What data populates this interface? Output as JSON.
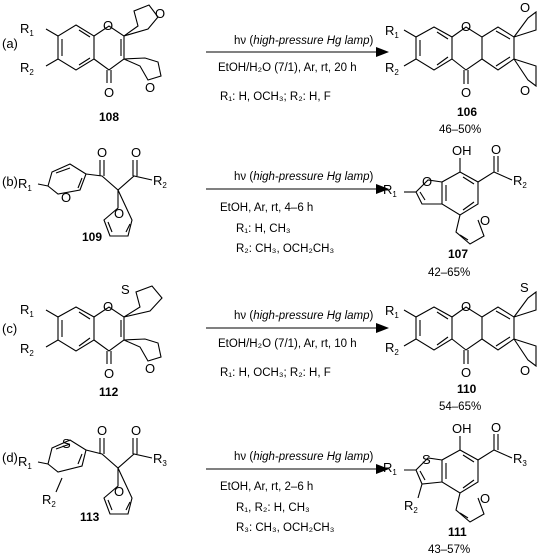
{
  "reactions": [
    {
      "tag": "(a)",
      "reactant": {
        "number": "108",
        "substituents": [
          {
            "base": "R",
            "sub": "1"
          },
          {
            "base": "R",
            "sub": "2"
          }
        ],
        "heteroatoms": [
          "O",
          "O",
          "O",
          "O"
        ]
      },
      "conditions": {
        "hv": "hν",
        "lamp": "high-pressure Hg lamp",
        "line1": "EtOH/H₂O (7/1), Ar, rt, 20 h",
        "line2": "R₁: H, OCH₃; R₂: H, F"
      },
      "product": {
        "number": "106",
        "yield": "46–50%",
        "substituents": [
          {
            "base": "R",
            "sub": "1"
          },
          {
            "base": "R",
            "sub": "2"
          }
        ],
        "heteroatoms": [
          "O",
          "O",
          "O",
          "O"
        ]
      }
    },
    {
      "tag": "(b)",
      "reactant": {
        "number": "109",
        "substituents": [
          {
            "base": "R",
            "sub": "1"
          },
          {
            "base": "R",
            "sub": "2"
          }
        ],
        "heteroatoms": [
          "O",
          "O",
          "O",
          "O"
        ]
      },
      "conditions": {
        "hv": "hν",
        "lamp": "high-pressure Hg lamp",
        "line1": "EtOH, Ar, rt, 4–6 h",
        "line2": "R₁: H, CH₃",
        "line3": "R₂: CH₃, OCH₂CH₃"
      },
      "product": {
        "number": "107",
        "yield": "42–65%",
        "oh": "OH",
        "substituents": [
          {
            "base": "R",
            "sub": "1"
          },
          {
            "base": "R",
            "sub": "2"
          }
        ],
        "heteroatoms": [
          "O",
          "O",
          "O"
        ]
      }
    },
    {
      "tag": "(c)",
      "reactant": {
        "number": "112",
        "substituents": [
          {
            "base": "R",
            "sub": "1"
          },
          {
            "base": "R",
            "sub": "2"
          }
        ],
        "heteroatoms": [
          "O",
          "O",
          "S",
          "O"
        ]
      },
      "conditions": {
        "hv": "hν",
        "lamp": "high-pressure Hg lamp",
        "line1": "EtOH/H₂O (7/1), Ar, rt, 10 h",
        "line2": "R₁: H, OCH₃; R₂: H, F"
      },
      "product": {
        "number": "110",
        "yield": "54–65%",
        "substituents": [
          {
            "base": "R",
            "sub": "1"
          },
          {
            "base": "R",
            "sub": "2"
          }
        ],
        "heteroatoms": [
          "O",
          "O",
          "S",
          "O"
        ]
      }
    },
    {
      "tag": "(d)",
      "reactant": {
        "number": "113",
        "substituents": [
          {
            "base": "R",
            "sub": "1"
          },
          {
            "base": "R",
            "sub": "2"
          },
          {
            "base": "R",
            "sub": "3"
          }
        ],
        "heteroatoms": [
          "S",
          "O",
          "O",
          "O"
        ]
      },
      "conditions": {
        "hv": "hν",
        "lamp": "high-pressure Hg lamp",
        "line1": "EtOH, Ar, rt, 2–6 h",
        "line2": "R₁, R₂: H, CH₃",
        "line3": "R₃: CH₃, OCH₂CH₃"
      },
      "product": {
        "number": "111",
        "yield": "43–57%",
        "oh": "OH",
        "substituents": [
          {
            "base": "R",
            "sub": "1"
          },
          {
            "base": "R",
            "sub": "2"
          },
          {
            "base": "R",
            "sub": "3"
          }
        ],
        "heteroatoms": [
          "S",
          "O",
          "O"
        ]
      }
    }
  ]
}
